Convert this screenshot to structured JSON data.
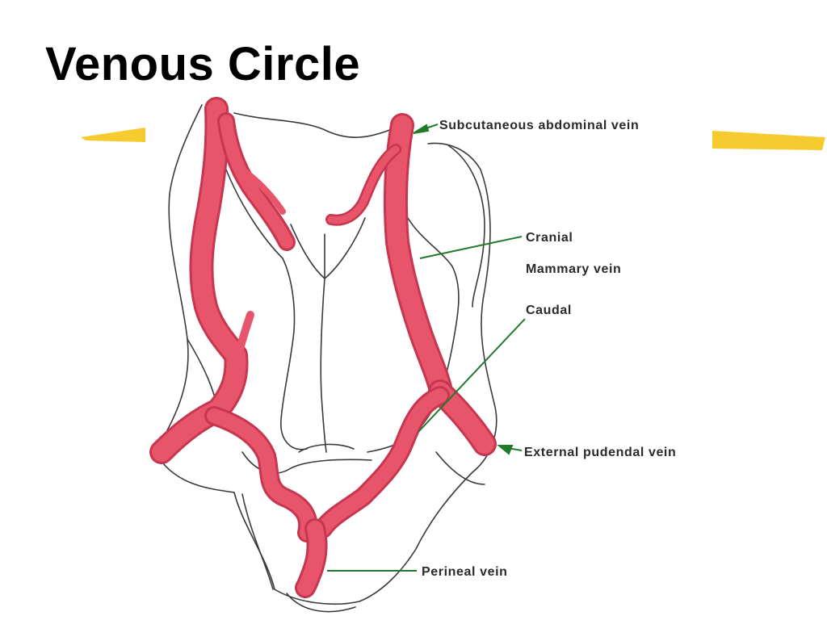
{
  "slide": {
    "title": "Venous Circle"
  },
  "colors": {
    "vein_fill": "#e8556b",
    "vein_stroke": "#c73650",
    "outline": "#3a3a3a",
    "leader_line": "#1f7a2a",
    "highlighter": "#f5c518"
  },
  "labels": {
    "subcutaneous_abdominal_vein": "Subcutaneous abdominal vein",
    "cranial": "Cranial",
    "mammary_vein": "Mammary vein",
    "caudal": "Caudal",
    "external_pudendal_vein": "External pudendal vein",
    "perineal_vein": "Perineal vein"
  }
}
